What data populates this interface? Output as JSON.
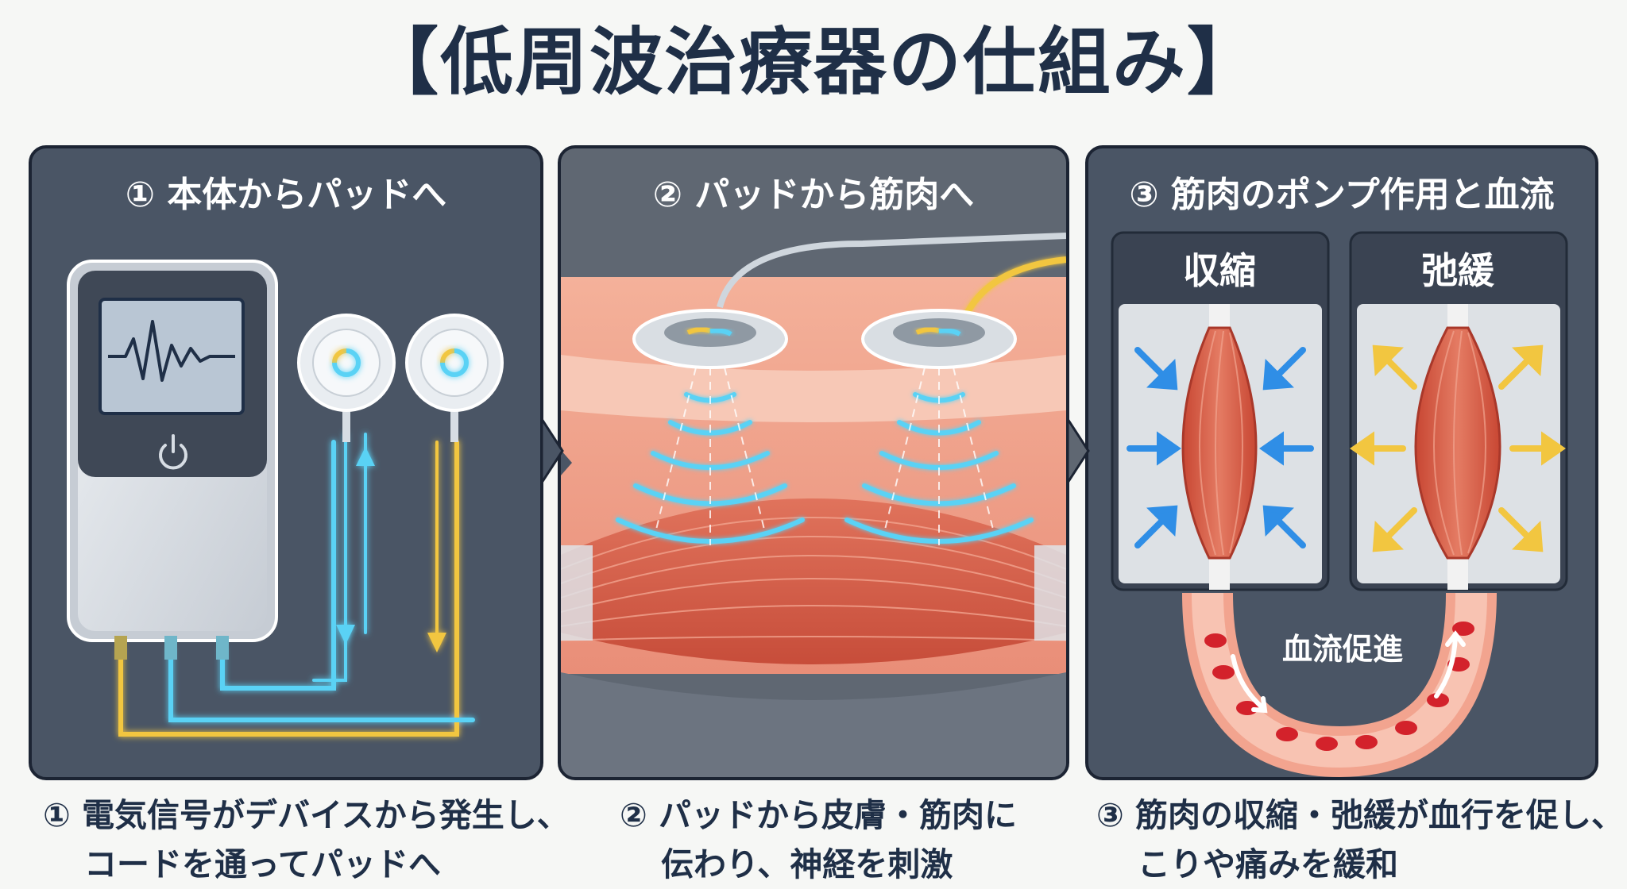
{
  "title": "【低周波治療器の仕組み】",
  "panels": [
    {
      "heading": "① 本体からパッドへ"
    },
    {
      "heading": "② パッドから筋肉へ"
    },
    {
      "heading": "③ 筋肉のポンプ作用と血流",
      "contract_label": "収縮",
      "relax_label": "弛緩",
      "flow_label": "血流促進"
    }
  ],
  "captions": [
    {
      "line1": "① 電気信号がデバイスから発生し、",
      "line2": "コードを通ってパッドへ"
    },
    {
      "line1": "② パッドから皮膚・筋肉に",
      "line2": "伝わり、神経を刺激"
    },
    {
      "line1": "③ 筋肉の収縮・弛緩が血行を促し、",
      "line2": "こりや痛みを緩和"
    }
  ],
  "colors": {
    "title": "#1f2f47",
    "panel_bg": "#4a5565",
    "cyan_signal": "#5ad2f5",
    "yellow_signal": "#f2c640",
    "muscle": "#d8634e",
    "blood_cell": "#d3222b"
  },
  "icons": [
    "power-icon",
    "waveform-icon",
    "arrow-icon"
  ]
}
